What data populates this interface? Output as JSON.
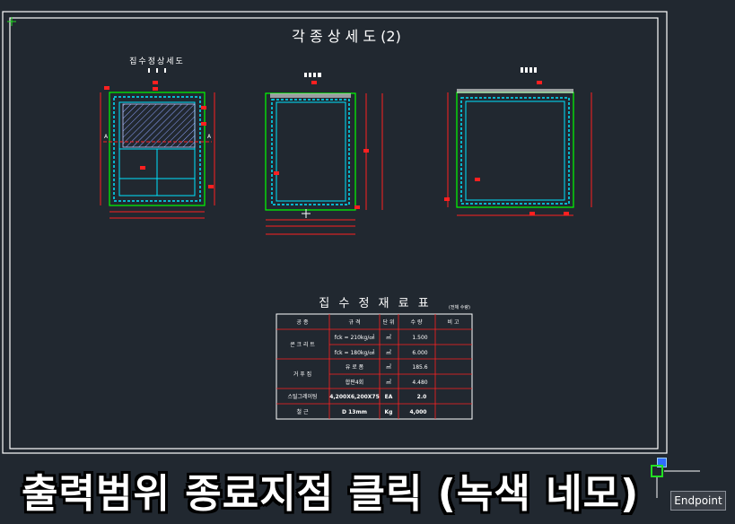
{
  "sheet": {
    "title": "각 종 상 세 도 (2)"
  },
  "details": {
    "left_title": "집수정상세도",
    "section_a": "A"
  },
  "table": {
    "title": "집 수 정 재 료 표",
    "note": "(전체 수량)",
    "headers": [
      "공    종",
      "규    격",
      "단 위",
      "수    량",
      "비    고"
    ],
    "rows": [
      {
        "group": "콘 크 리 트",
        "spec": "fck = 210kg/㎠",
        "unit": "㎥",
        "qty": "1.500",
        "note": ""
      },
      {
        "group": "",
        "spec": "fck = 180kg/㎠",
        "unit": "㎥",
        "qty": "6.000",
        "note": ""
      },
      {
        "group": "거 푸 집",
        "spec": "유 로 폼",
        "unit": "㎡",
        "qty": "185.6",
        "note": ""
      },
      {
        "group": "",
        "spec": "합판4회",
        "unit": "㎡",
        "qty": "4.480",
        "note": ""
      },
      {
        "group": "스틸그레이팅",
        "spec": "4,200X6,200X75",
        "unit": "EA",
        "qty": "2.0",
        "note": ""
      },
      {
        "group": "철    근",
        "spec": "D 13mm",
        "unit": "Kg",
        "qty": "4,000",
        "note": ""
      }
    ]
  },
  "overlay": {
    "caption": "출력범위 종료지점 클릭 (녹색 네모)",
    "snap_tooltip": "Endpoint"
  },
  "colors": {
    "background": "#212830",
    "frame": "#ffffff",
    "rebar": "#00e5ff",
    "outline": "#00ff00",
    "dimension": "#ff2020"
  }
}
